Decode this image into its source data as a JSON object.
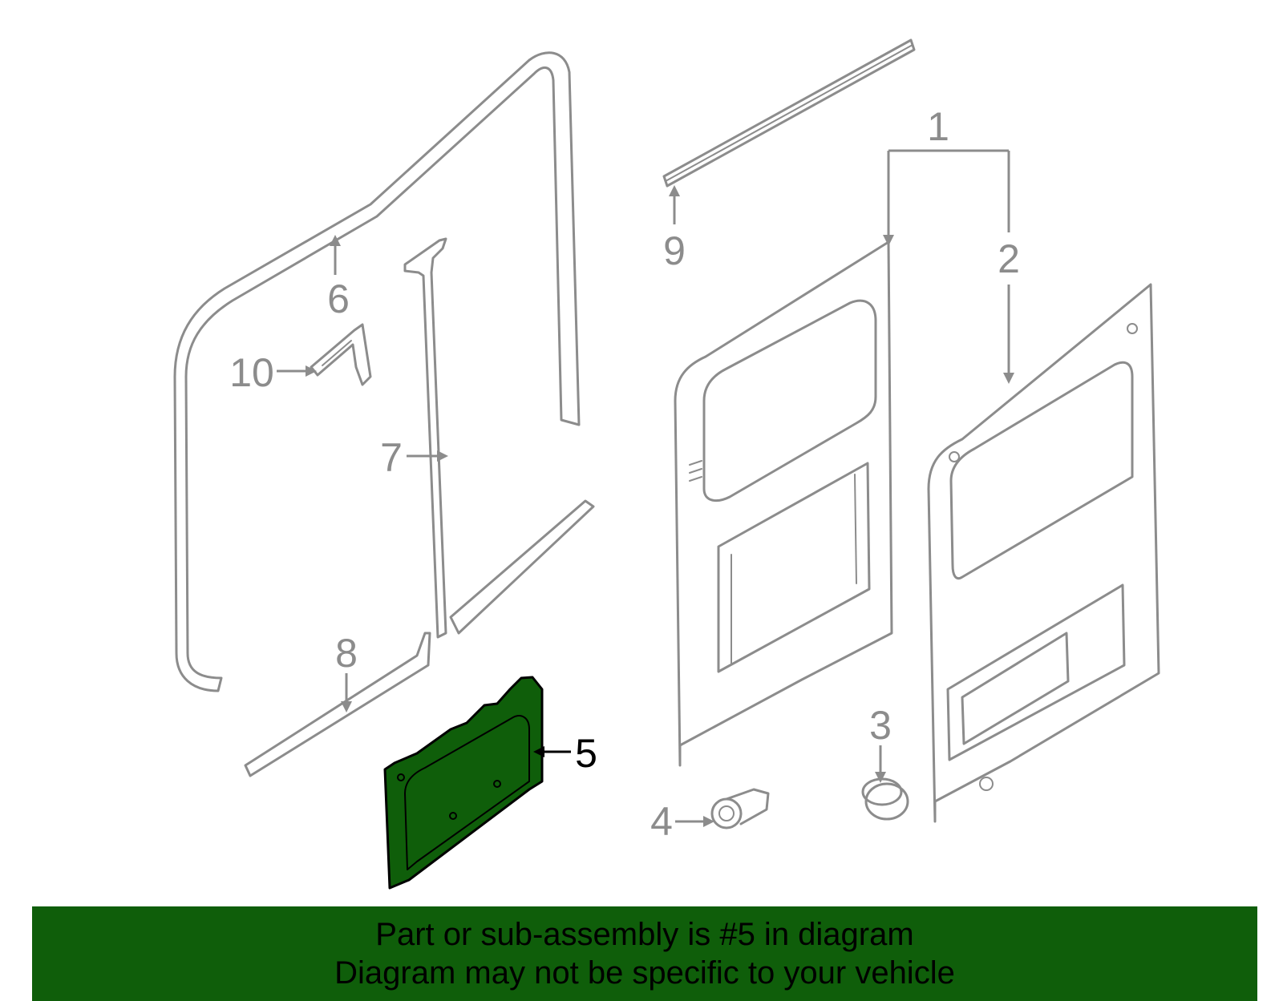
{
  "callouts": {
    "c1": "1",
    "c2": "2",
    "c3": "3",
    "c4": "4",
    "c5": "5",
    "c6": "6",
    "c7": "7",
    "c8": "8",
    "c9": "9",
    "c10": "10"
  },
  "highlight": {
    "part_number": "5",
    "fill_color": "#0f5e0a",
    "outline_color": "#000000"
  },
  "banner": {
    "background_color": "#0f5e0a",
    "line1": "Part or sub-assembly is #5 in diagram",
    "line2": "Diagram may not be specific to your vehicle"
  }
}
